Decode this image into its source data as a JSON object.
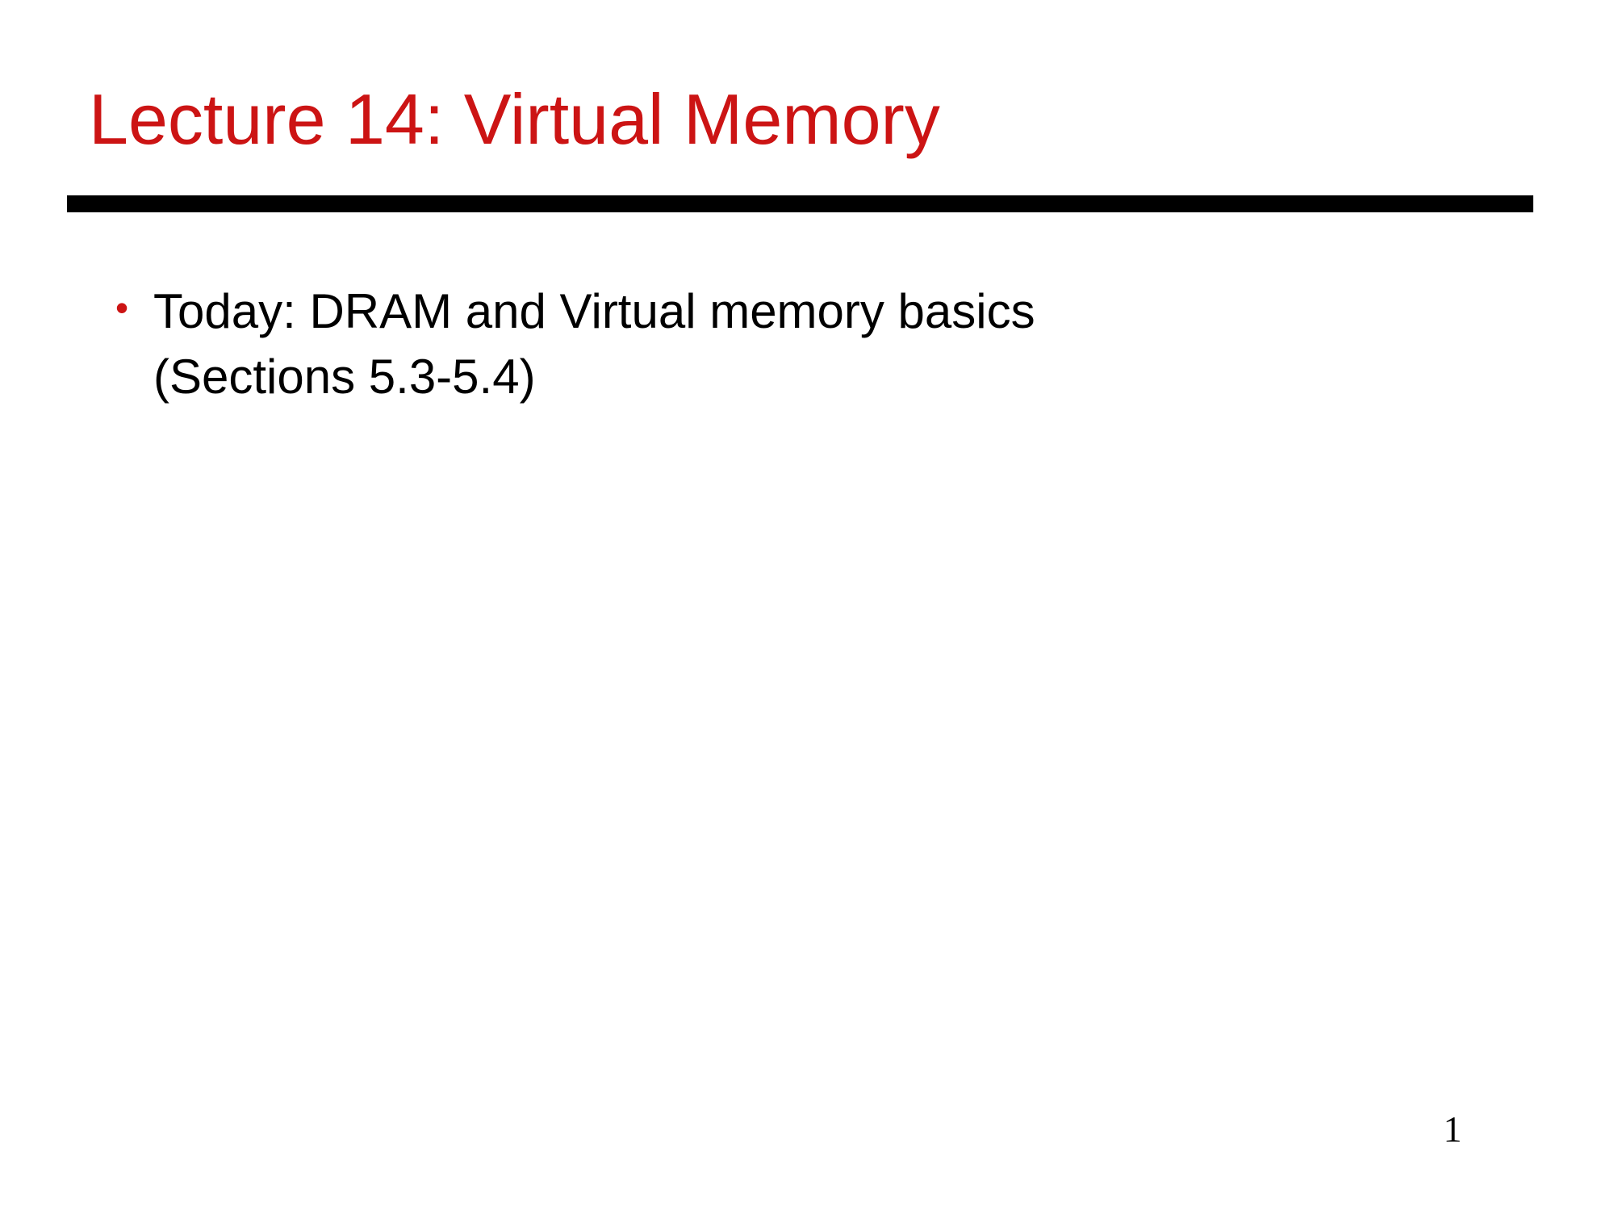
{
  "slide": {
    "title": "Lecture 14: Virtual Memory",
    "bullet": {
      "marker": "•",
      "line1": "Today: DRAM and Virtual memory basics",
      "line2": "(Sections 5.3-5.4)"
    },
    "page_number": "1",
    "colors": {
      "title_red": "#CC1414",
      "bullet_marker_red": "#CC1414",
      "divider_black": "#000000",
      "body_text": "#000000",
      "background": "#FFFFFF"
    }
  }
}
